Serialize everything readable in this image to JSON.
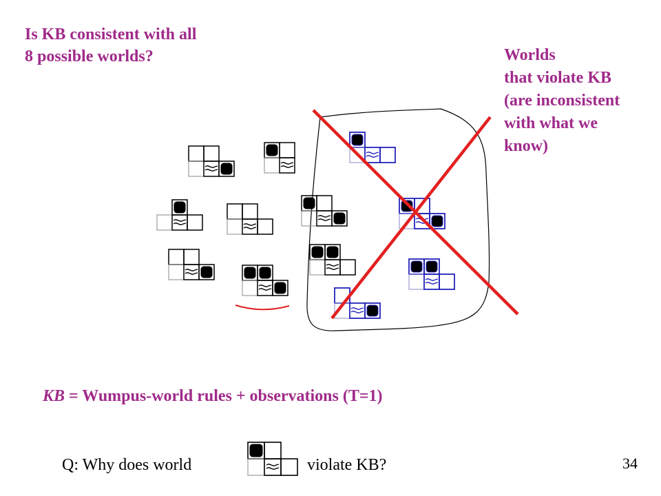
{
  "title": {
    "line1": "Is KB consistent with all",
    "line2": "8 possible worlds?"
  },
  "violate_label": {
    "line1": "Worlds",
    "line2": "that violate KB",
    "line3": "(are inconsistent",
    "line4": "with what we",
    "line5": "know)"
  },
  "kb_statement": {
    "kb": "KB",
    "rest": " = Wumpus-world rules + observations  (T=1)"
  },
  "question": {
    "prefix": "Q: Why does world",
    "suffix": "violate KB?"
  },
  "page_number": "34",
  "colors": {
    "label_text": "#a02a8a",
    "cross": "#e32020",
    "inconsistent_world": "#2222bb",
    "consistent_world": "#000000"
  },
  "icons": [
    "wumpus-pit-icon",
    "breeze-icon"
  ]
}
